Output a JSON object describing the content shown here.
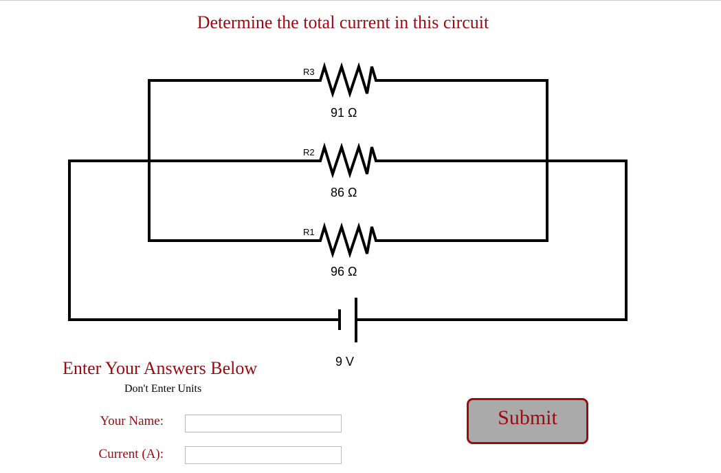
{
  "title": "Determine the total current in this circuit",
  "circuit": {
    "resistors": [
      {
        "label": "R3",
        "value": "91 Ω"
      },
      {
        "label": "R2",
        "value": "86 Ω"
      },
      {
        "label": "R1",
        "value": "96 Ω"
      }
    ],
    "battery": "9 V"
  },
  "form": {
    "heading": "Enter Your Answers Below",
    "note": "Don't Enter Units",
    "name_label": "Your Name:",
    "name_value": "",
    "current_label": "Current (A):",
    "current_value": "",
    "submit": "Submit"
  },
  "colors": {
    "accent": "#9b0a0f",
    "button_bg": "#aaaaaa"
  }
}
